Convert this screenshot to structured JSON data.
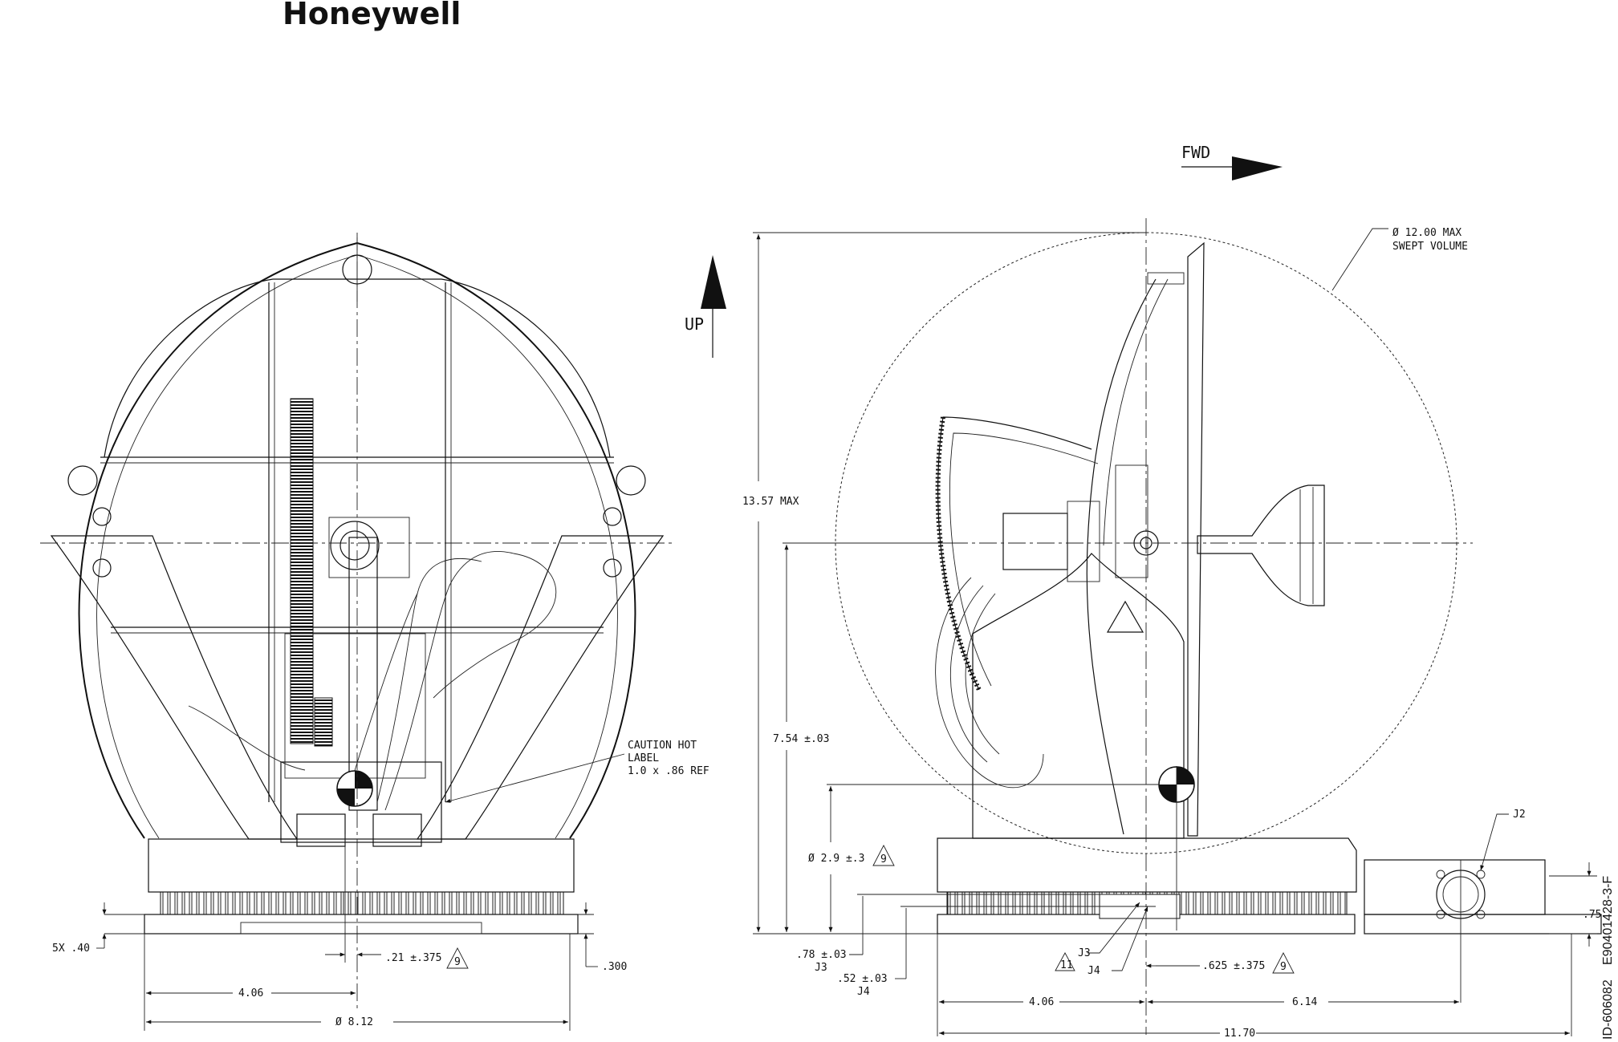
{
  "brand": {
    "name": "Honeywell"
  },
  "orientation": {
    "forward_label": "FWD",
    "up_label": "UP"
  },
  "annotations": {
    "swept_line1": "Ø 12.00 MAX",
    "swept_line2": "SWEPT VOLUME",
    "caution_line1": "CAUTION HOT",
    "caution_line2": "LABEL",
    "caution_line3": "1.0 x .86 REF"
  },
  "front_view": {
    "dim_5x_40": "5X .40",
    "dim_21": ".21 ±.375",
    "note_9": "9",
    "dim_300": ".300",
    "dim_406": "4.06",
    "dim_dia812": "Ø 8.12"
  },
  "side_view": {
    "dim_1357": "13.57 MAX",
    "dim_754": "7.54 ±.03",
    "dim_dia29": "Ø 2.9 ±.3",
    "note_9a": "9",
    "dim_78": ".78 ±.03",
    "lbl_j3a": "J3",
    "dim_52": ".52 ±.03",
    "lbl_j4a": "J4",
    "note_11": "11",
    "lbl_j3b": "J3",
    "lbl_j4b": "J4",
    "dim_625": ".625 ±.375",
    "note_9b": "9",
    "lbl_j2": "J2",
    "dim_75": ".75",
    "dim_406": "4.06",
    "dim_614": "6.14",
    "dim_1170": "11.70"
  },
  "doc_ids": {
    "left": "ID-606082",
    "right": "E90401428-3-F"
  }
}
